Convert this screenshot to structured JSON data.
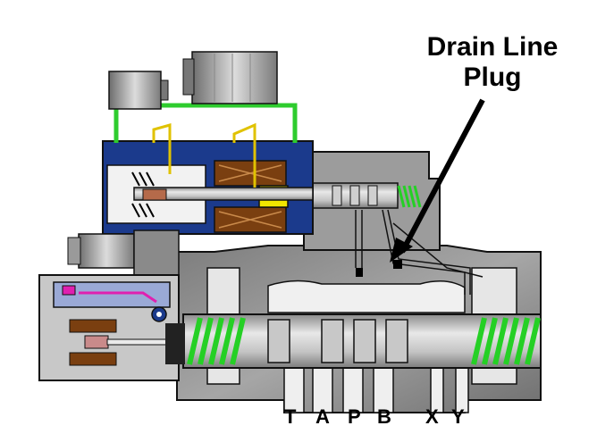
{
  "callout": {
    "line1": "Drain Line",
    "line2": "Plug"
  },
  "ports": [
    "T",
    "A",
    "P",
    "B",
    "X",
    "Y"
  ],
  "colors": {
    "body": "#8f8f8f",
    "body_dark": "#5a5a5a",
    "spool": "#d4d4d4",
    "solenoid_blue": "#1b3a8c",
    "solenoid_coil": "#7a3f10",
    "spring_green": "#25d025",
    "wire_green": "#2ecc2e",
    "yellow": "#f2e600",
    "magenta": "#e020b0",
    "connector": "#b8b8b8"
  }
}
